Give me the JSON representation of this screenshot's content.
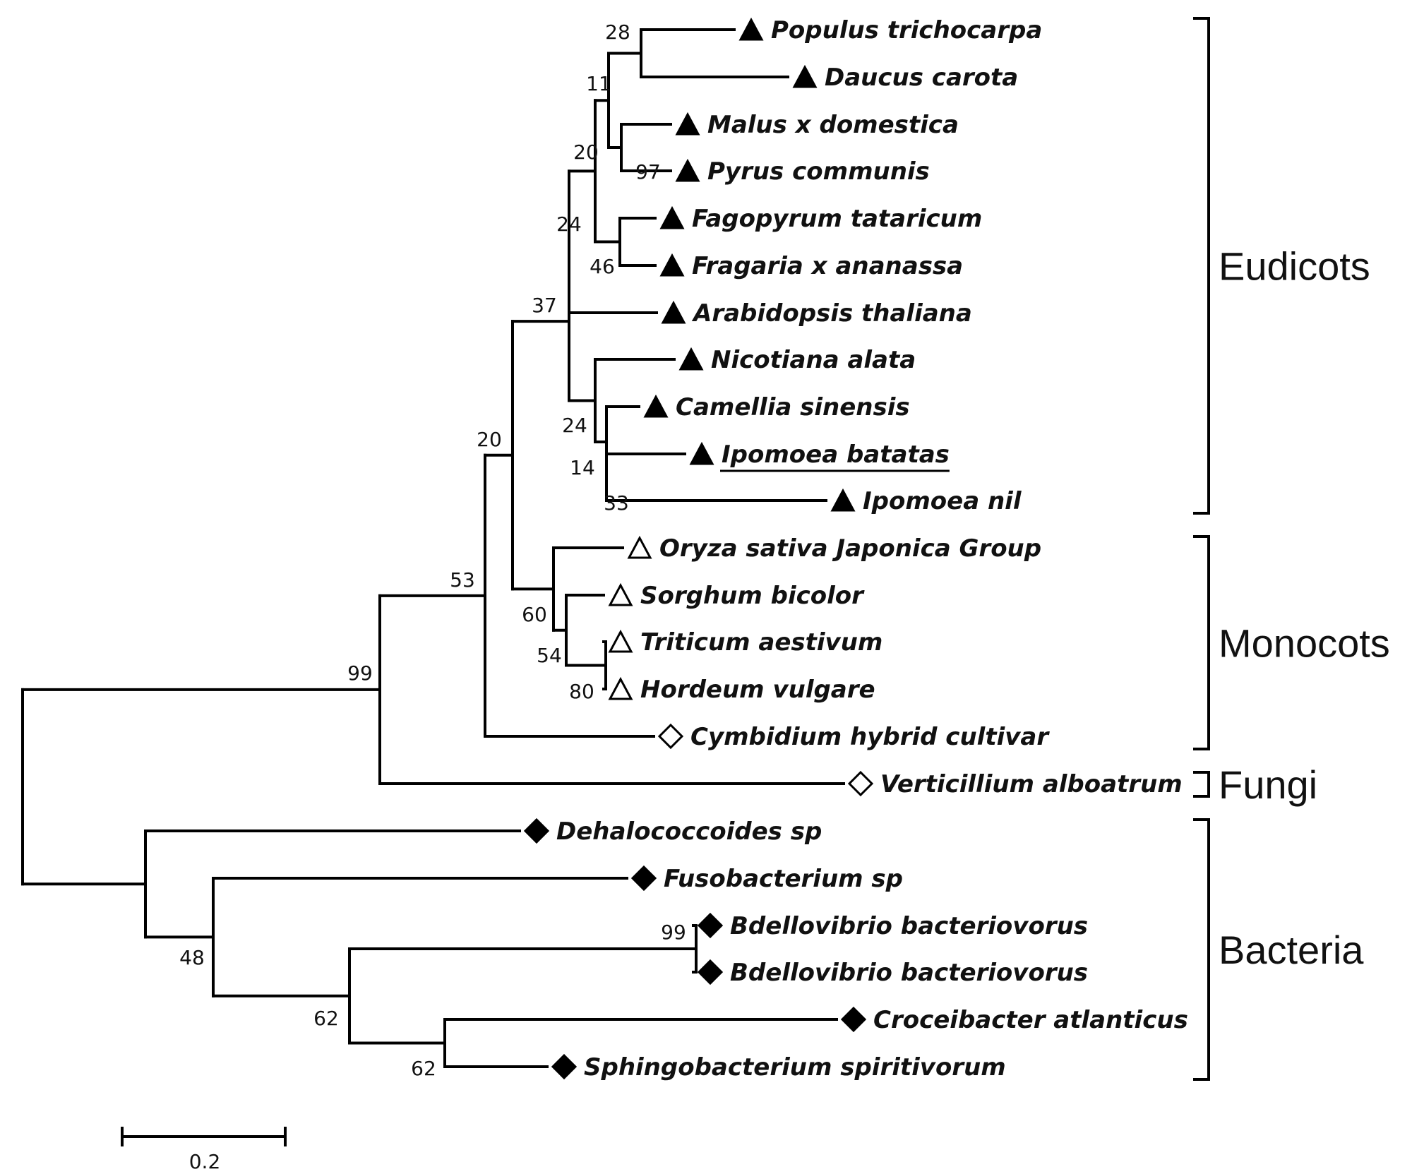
{
  "taxa": [
    {
      "name": "Populus trichocarpa",
      "marker": "filled-triangle"
    },
    {
      "name": "Daucus carota",
      "marker": "filled-triangle"
    },
    {
      "name": "Malus x domestica",
      "marker": "filled-triangle"
    },
    {
      "name": "Pyrus communis",
      "marker": "filled-triangle"
    },
    {
      "name": "Fagopyrum tataricum",
      "marker": "filled-triangle"
    },
    {
      "name": "Fragaria x ananassa",
      "marker": "filled-triangle"
    },
    {
      "name": "Arabidopsis thaliana",
      "marker": "filled-triangle"
    },
    {
      "name": "Nicotiana alata",
      "marker": "filled-triangle"
    },
    {
      "name": "Camellia sinensis",
      "marker": "filled-triangle"
    },
    {
      "name": "Ipomoea batatas",
      "marker": "filled-triangle",
      "underlined": true
    },
    {
      "name": "Ipomoea nil",
      "marker": "filled-triangle"
    },
    {
      "name": "Oryza sativa Japonica Group",
      "marker": "open-triangle"
    },
    {
      "name": "Sorghum bicolor",
      "marker": "open-triangle"
    },
    {
      "name": "Triticum aestivum",
      "marker": "open-triangle"
    },
    {
      "name": "Hordeum vulgare",
      "marker": "open-triangle"
    },
    {
      "name": "Cymbidium hybrid cultivar",
      "marker": "open-diamond"
    },
    {
      "name": "Verticillium alboatrum",
      "marker": "open-diamond"
    },
    {
      "name": "Dehalococcoides sp",
      "marker": "filled-diamond"
    },
    {
      "name": "Fusobacterium sp",
      "marker": "filled-diamond"
    },
    {
      "name": "Bdellovibrio bacteriovorus",
      "marker": "filled-diamond"
    },
    {
      "name": "Bdellovibrio bacteriovorus",
      "marker": "filled-diamond"
    },
    {
      "name": "Croceibacter atlanticus",
      "marker": "filled-diamond"
    },
    {
      "name": "Sphingobacterium spiritivorum",
      "marker": "filled-diamond"
    }
  ],
  "bootstrap": [
    "28",
    "11",
    "97",
    "20",
    "46",
    "24",
    "37",
    "24",
    "14",
    "33",
    "20",
    "53",
    "60",
    "54",
    "80",
    "99",
    "99",
    "48",
    "62",
    "62"
  ],
  "groups": [
    {
      "label": "Eudicots",
      "from_taxon": 0,
      "to_taxon": 10
    },
    {
      "label": "Monocots",
      "from_taxon": 11,
      "to_taxon": 15
    },
    {
      "label": "Fungi",
      "from_taxon": 16,
      "to_taxon": 16
    },
    {
      "label": "Bacteria",
      "from_taxon": 17,
      "to_taxon": 22
    }
  ],
  "scale_bar": {
    "label": "0.2",
    "length": 0.2
  },
  "colors": {
    "line": "#000000",
    "text": "#111111",
    "background": "#ffffff"
  }
}
